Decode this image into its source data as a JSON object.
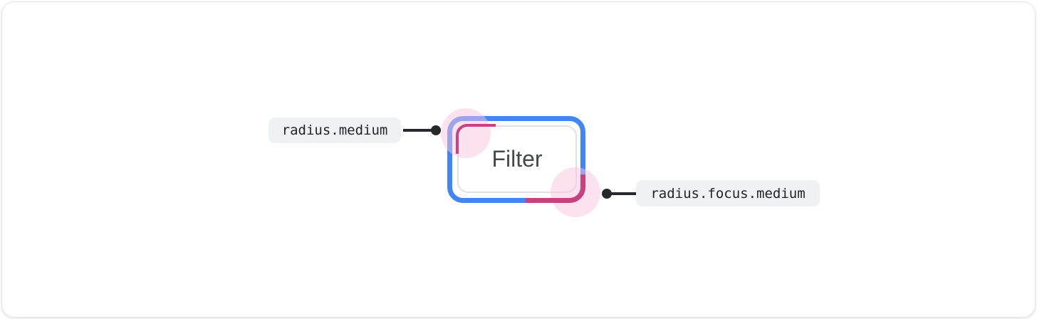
{
  "button": {
    "label": "Filter"
  },
  "annotations": {
    "left": {
      "label": "radius.medium"
    },
    "right": {
      "label": "radius.focus.medium"
    }
  },
  "colors": {
    "focus-ring-blue": "#4285f4",
    "radius-highlight-magenta": "#c5437f",
    "highlight-circle-pink": "rgba(247,197,222,0.5)",
    "button-border": "#dfe1e4",
    "button-text": "#44474c",
    "pill-bg": "#f0f1f3",
    "pill-text": "#212428",
    "connector": "#26282c",
    "card-bg": "#ffffff",
    "card-border": "#e5e6e8"
  }
}
